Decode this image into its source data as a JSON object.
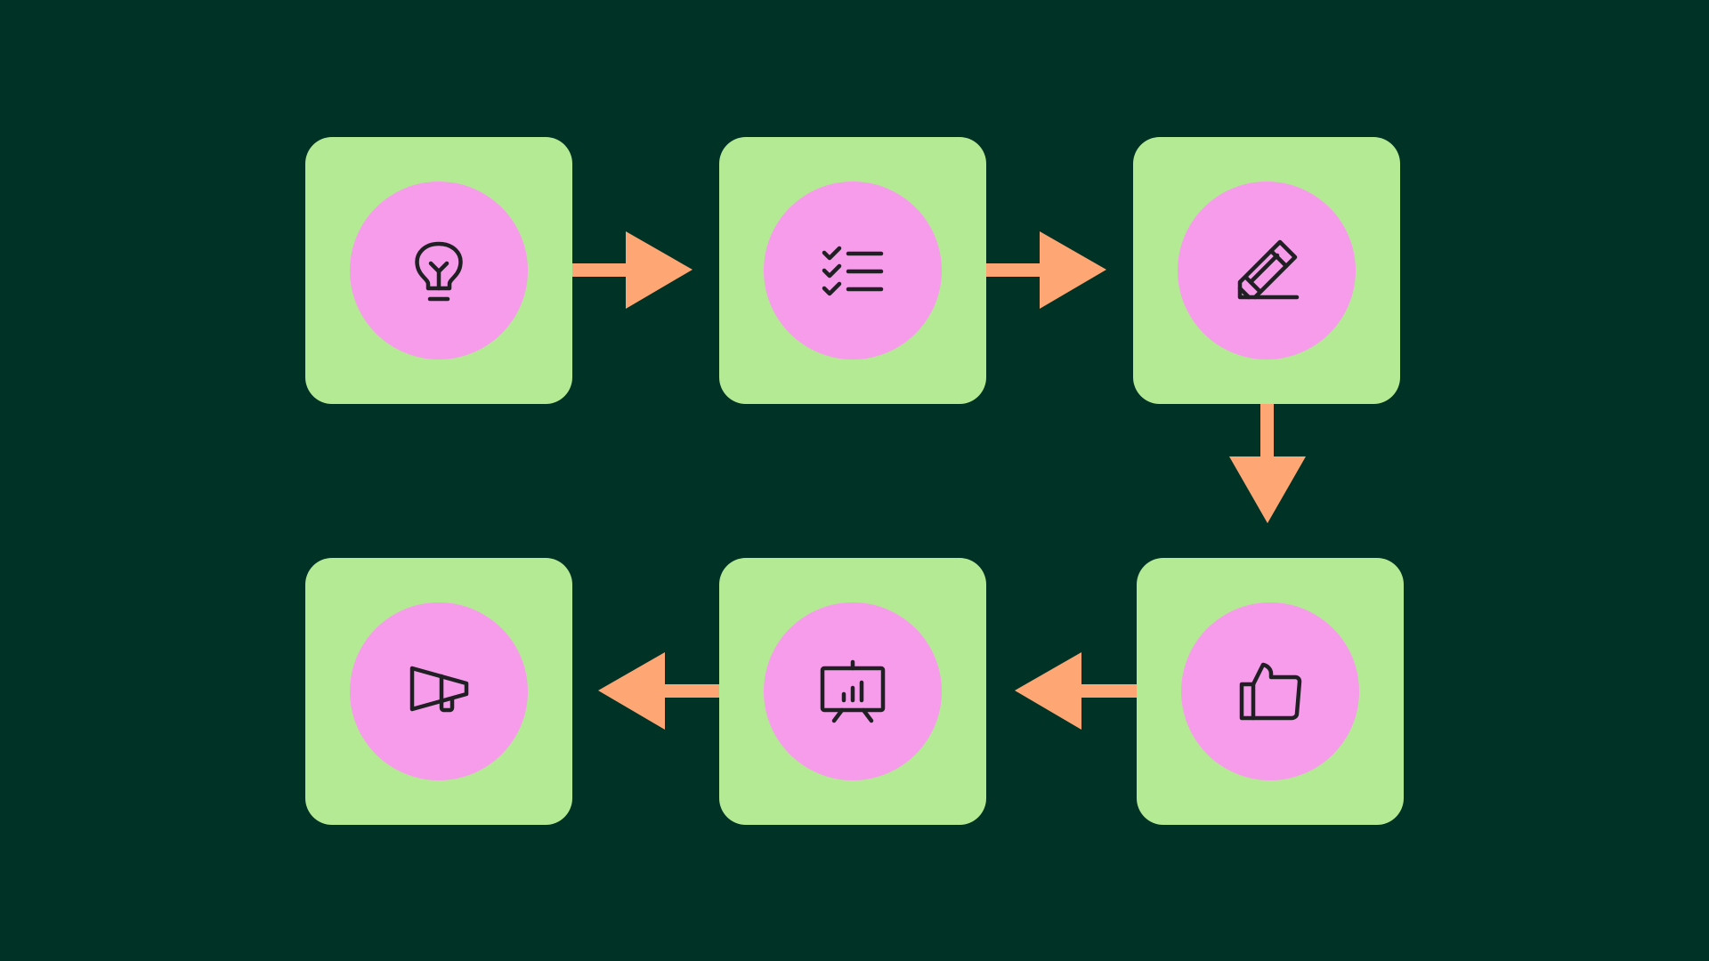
{
  "colors": {
    "background": "#003326",
    "card": "#b5ea95",
    "circle": "#f79ceb",
    "arrow": "#ffa675",
    "icon_stroke": "#1f1f24"
  },
  "steps": [
    {
      "icon": "lightbulb-icon"
    },
    {
      "icon": "checklist-icon"
    },
    {
      "icon": "pencil-edit-icon"
    },
    {
      "icon": "thumbs-up-icon"
    },
    {
      "icon": "presentation-chart-icon"
    },
    {
      "icon": "megaphone-icon"
    }
  ],
  "flow": [
    {
      "from": 1,
      "to": 2,
      "direction": "right"
    },
    {
      "from": 2,
      "to": 3,
      "direction": "right"
    },
    {
      "from": 3,
      "to": 4,
      "direction": "down"
    },
    {
      "from": 4,
      "to": 5,
      "direction": "left"
    },
    {
      "from": 5,
      "to": 6,
      "direction": "left"
    }
  ]
}
